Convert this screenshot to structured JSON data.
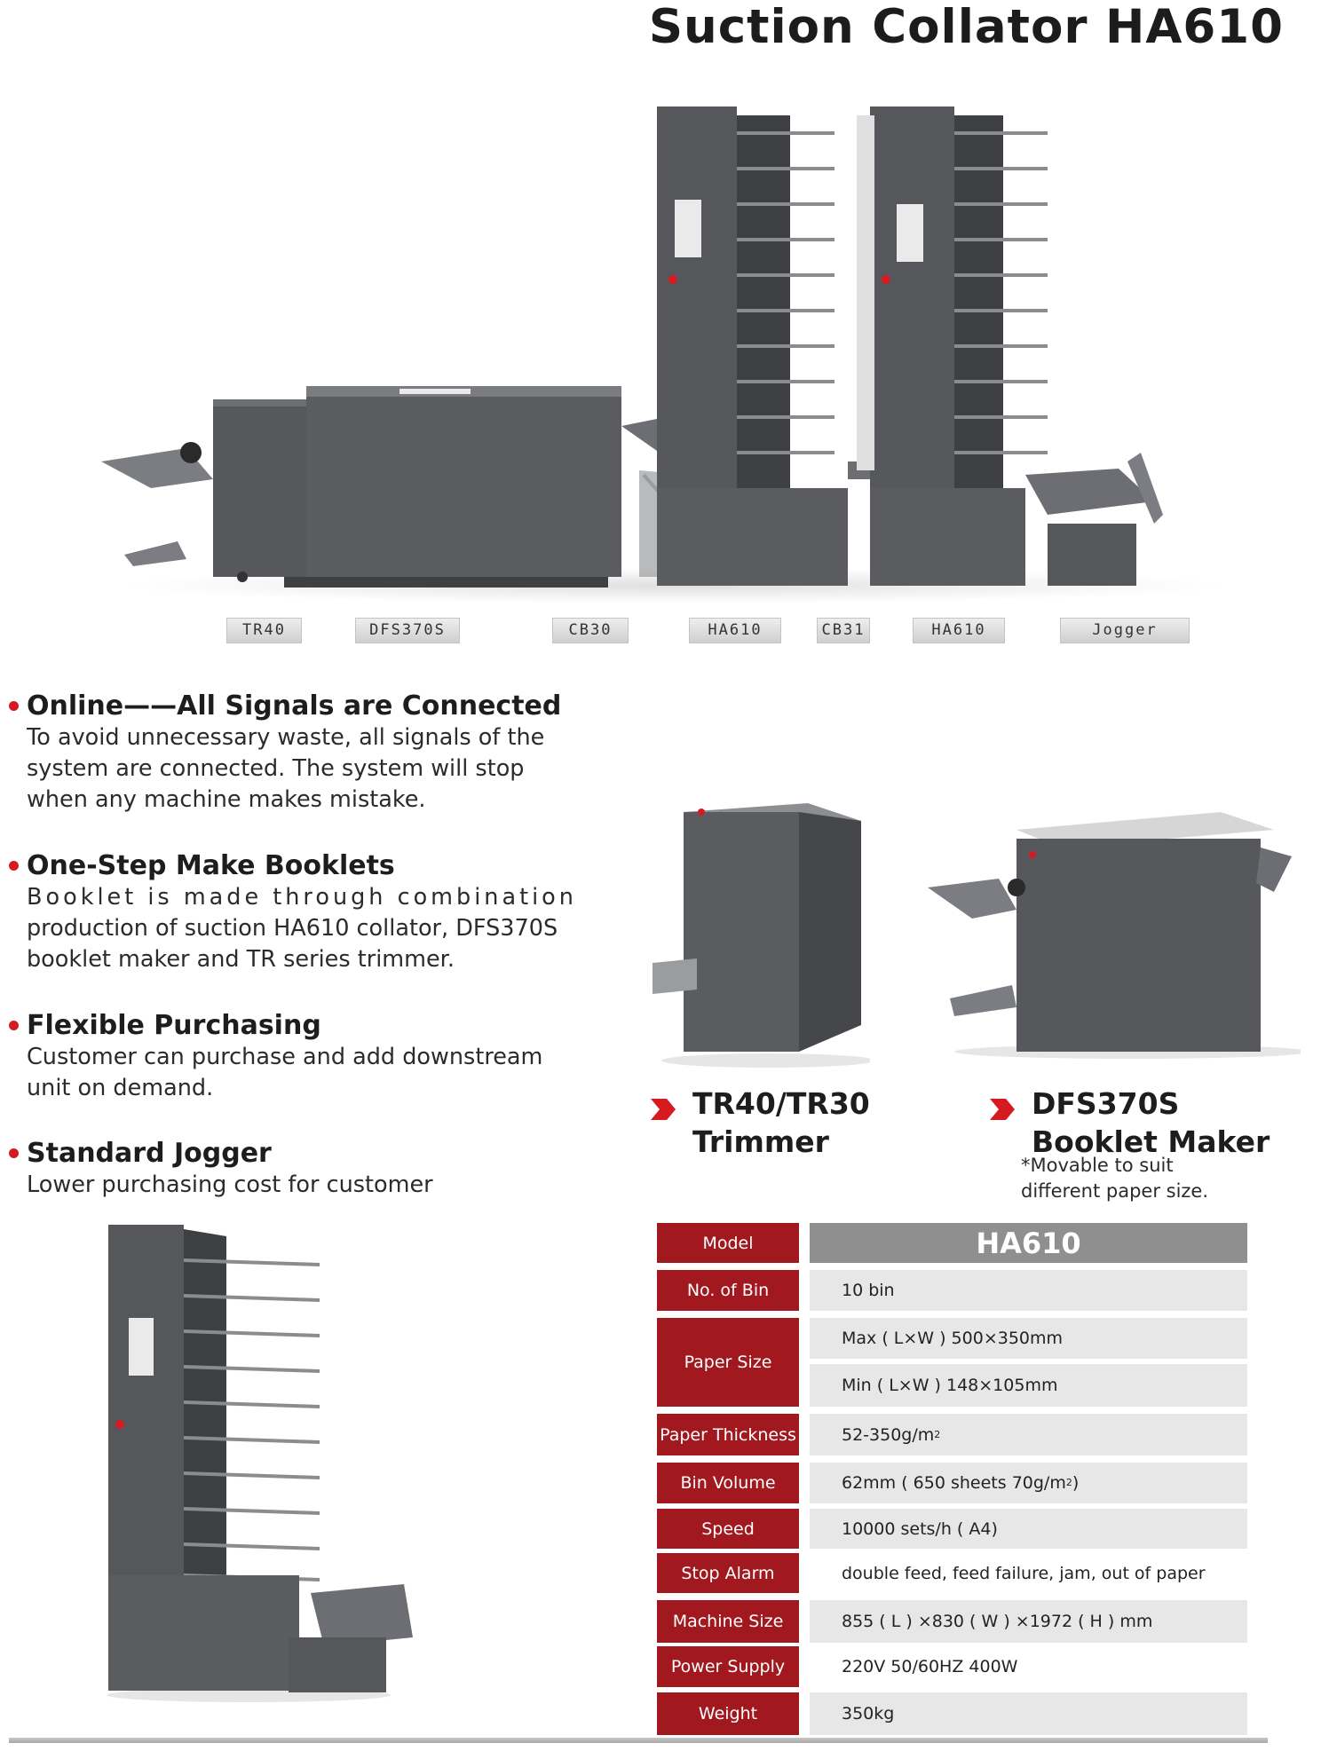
{
  "page": {
    "title": "Suction Collator HA610"
  },
  "machine_labels": [
    "TR40",
    "DFS370S",
    "CB30",
    "HA610",
    "CB31",
    "HA610",
    "Jogger"
  ],
  "features": [
    {
      "heading": "Online——All Signals are Connected",
      "lines": [
        "To avoid unnecessary waste, all signals of the",
        "system are connected. The system will stop",
        "when any machine makes mistake."
      ]
    },
    {
      "heading": "One-Step Make Booklets",
      "lines": [
        "Booklet is made through combination",
        "production of suction HA610 collator, DFS370S",
        "booklet maker and TR series trimmer."
      ]
    },
    {
      "heading": "Flexible Purchasing",
      "lines": [
        "Customer can purchase and add downstream",
        "unit on demand."
      ]
    },
    {
      "heading": "Standard Jogger",
      "lines": [
        "Lower purchasing cost for customer"
      ]
    }
  ],
  "callouts": {
    "trimmer": {
      "line1": "TR40/TR30",
      "line2": "Trimmer"
    },
    "booklet": {
      "line1": "DFS370S",
      "line2": "Booklet Maker",
      "note1": "*Movable to suit",
      "note2": "different paper size."
    }
  },
  "spec": {
    "model_label": "Model",
    "model_value": "HA610",
    "bin_label": "No. of Bin",
    "bin_value": "10 bin",
    "paper_size_label": "Paper Size",
    "paper_size_max": "Max ( L×W ) 500×350mm",
    "paper_size_min": "Min ( L×W ) 148×105mm",
    "thickness_label": "Paper Thickness",
    "thickness_value": "52-350g/m",
    "thickness_sup": "2",
    "volume_label": "Bin Volume",
    "volume_value": "62mm ( 650 sheets 70g/m",
    "volume_sup": "2",
    "volume_close": ")",
    "speed_label": "Speed",
    "speed_value": "10000 sets/h ( A4)",
    "alarm_label": "Stop Alarm",
    "alarm_value": "double feed, feed failure, jam, out of paper",
    "size_label": "Machine Size",
    "size_value": "855 ( L ) ×830 ( W ) ×1972 ( H ) mm",
    "power_label": "Power Supply",
    "power_value": "220V 50/60HZ  400W",
    "weight_label": "Weight",
    "weight_value": "350kg"
  },
  "colors": {
    "accent_red": "#a1191e",
    "bullet_red": "#d71920",
    "machine_gray": "#56585c",
    "row_gray": "#e7e7e7",
    "model_header_gray": "#8f8f8f"
  }
}
